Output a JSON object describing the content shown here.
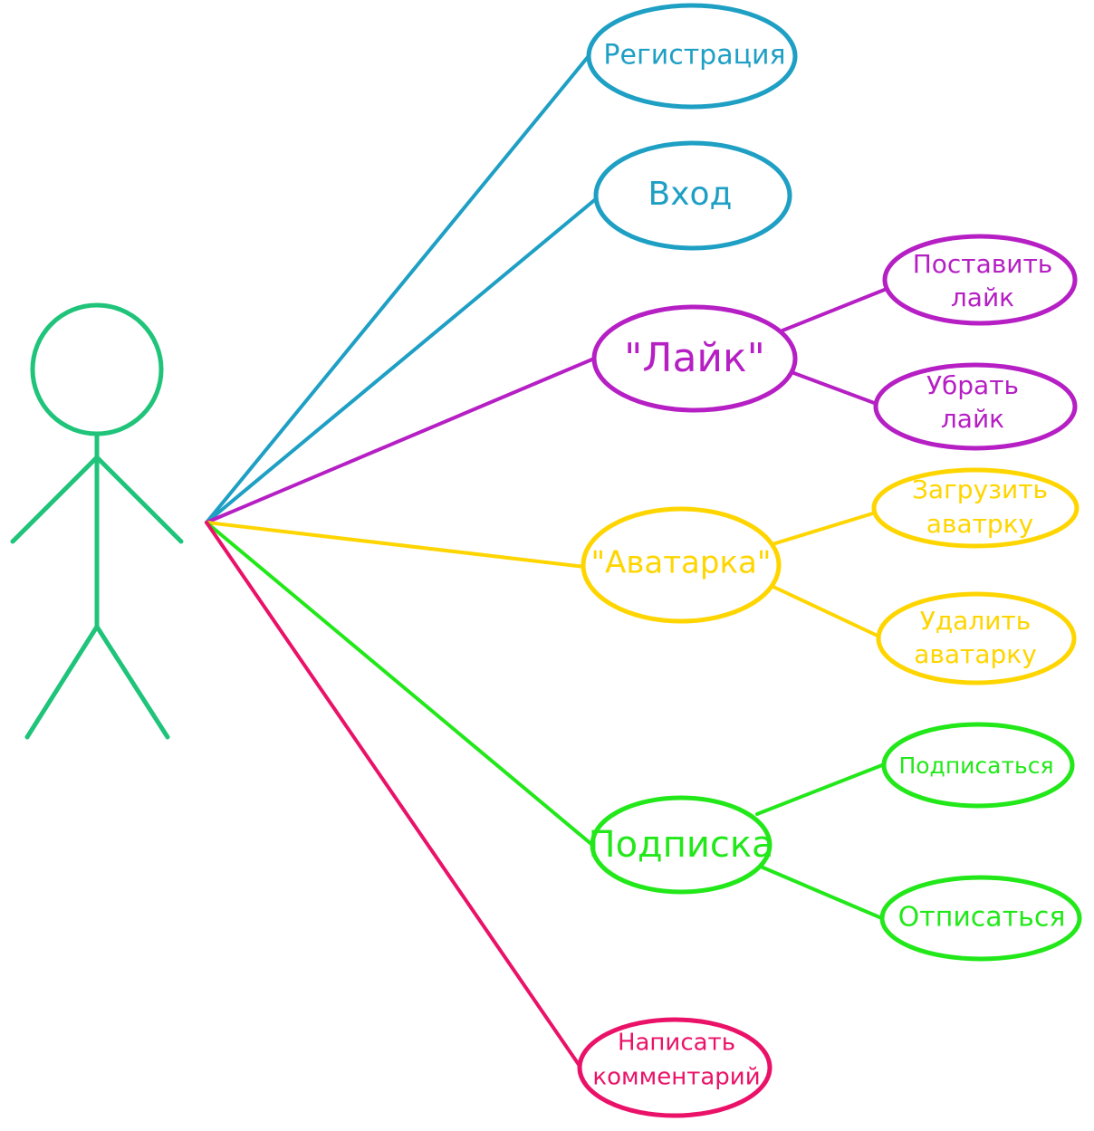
{
  "colors": {
    "actor": "#1fc47a",
    "blue": "#1e9fc4",
    "purple": "#b51fc4",
    "yellow": "#ffd500",
    "green": "#22e81a",
    "pink": "#ea1268"
  },
  "use_cases": {
    "registration": "Регистрация",
    "login": "Вход",
    "like": "\"Лайк\"",
    "like_put_1": "Поставить",
    "like_put_2": "лайк",
    "like_remove_1": "Убрать",
    "like_remove_2": "лайк",
    "avatar": "\"Аватарка\"",
    "avatar_upload_1": "Загрузить",
    "avatar_upload_2": "аватрку",
    "avatar_delete_1": "Удалить",
    "avatar_delete_2": "аватарку",
    "subscription": "Подписка",
    "subscribe": "Подписаться",
    "unsubscribe": "Отписаться",
    "comment_1": "Написать",
    "comment_2": "комментарий"
  }
}
